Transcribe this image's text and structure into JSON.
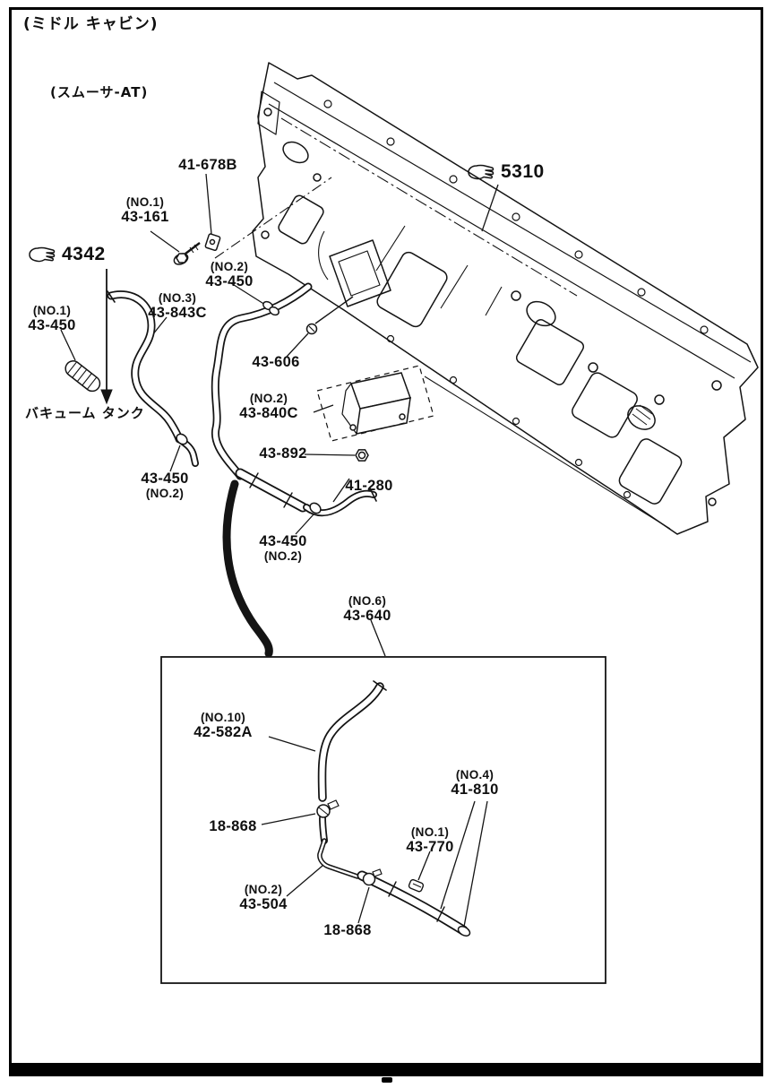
{
  "notes": {
    "cabin": "(ミドル キャビン)",
    "transmission": "(スムーサ-AT)",
    "vacuum_tank": "バキューム タンク"
  },
  "refs": {
    "r4342": "4342",
    "r5310": "5310"
  },
  "icons": {
    "pointing_hand": "☞"
  },
  "callouts": {
    "c41678b": {
      "part": "41-678B"
    },
    "c43161": {
      "no": "(NO.1)",
      "part": "43-161"
    },
    "c43450_no2_upper": {
      "no": "(NO.2)",
      "part": "43-450"
    },
    "c43843c": {
      "no": "(NO.3)",
      "part": "43-843C"
    },
    "c43450_no1": {
      "no": "(NO.1)",
      "part": "43-450"
    },
    "c43606": {
      "part": "43-606"
    },
    "c43840c": {
      "no": "(NO.2)",
      "part": "43-840C"
    },
    "c43892": {
      "part": "43-892"
    },
    "c43450_no2_left": {
      "part": "43-450",
      "no": "(NO.2)"
    },
    "c41280": {
      "part": "41-280"
    },
    "c43450_no2_lower": {
      "part": "43-450",
      "no": "(NO.2)"
    },
    "c43640": {
      "no": "(NO.6)",
      "part": "43-640"
    },
    "c42582a": {
      "no": "(NO.10)",
      "part": "42-582A"
    },
    "c18868_upper": {
      "part": "18-868"
    },
    "c41810": {
      "no": "(NO.4)",
      "part": "41-810"
    },
    "c43770": {
      "no": "(NO.1)",
      "part": "43-770"
    },
    "c43504": {
      "no": "(NO.2)",
      "part": "43-504"
    },
    "c18868_lower": {
      "part": "18-868"
    }
  }
}
